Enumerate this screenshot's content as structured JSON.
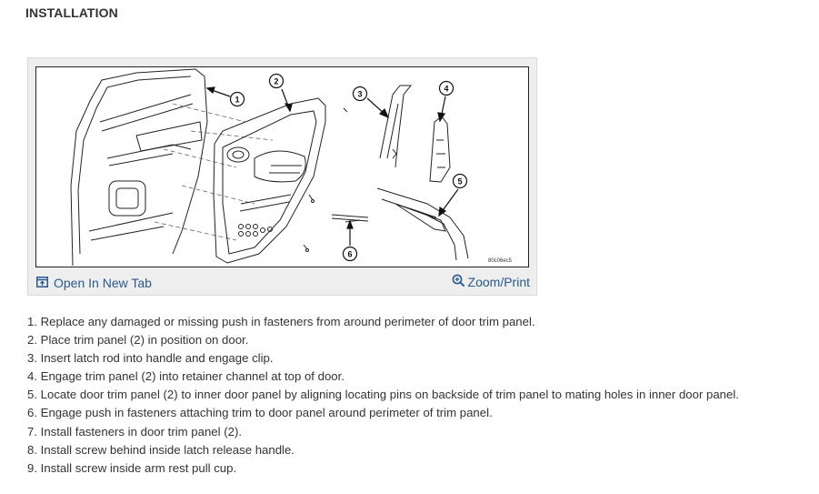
{
  "section": {
    "title": "INSTALLATION"
  },
  "figure": {
    "figure_code": "80c06ec5",
    "callouts": [
      "1",
      "2",
      "3",
      "4",
      "5",
      "6"
    ],
    "open_new_tab_label": "Open In New Tab",
    "zoom_print_label": "Zoom/Print",
    "icons": {
      "open": "open-new-tab-icon",
      "zoom": "zoom-magnifier-icon"
    },
    "link_color": "#2a5a8c"
  },
  "steps": [
    "1. Replace any damaged or missing push in fasteners from around perimeter of door trim panel.",
    "2. Place trim panel (2) in position on door.",
    "3. Insert latch rod into handle and engage clip.",
    "4. Engage trim panel (2) into retainer channel at top of door.",
    "5. Locate door trim panel (2) to inner door panel by aligning locating pins on backside of trim panel to mating holes in inner door panel.",
    "6. Engage push in fasteners attaching trim to door panel around perimeter of trim panel.",
    "7. Install fasteners in door trim panel (2).",
    "8. Install screw behind inside latch release handle.",
    "9. Install screw inside arm rest pull cup."
  ]
}
